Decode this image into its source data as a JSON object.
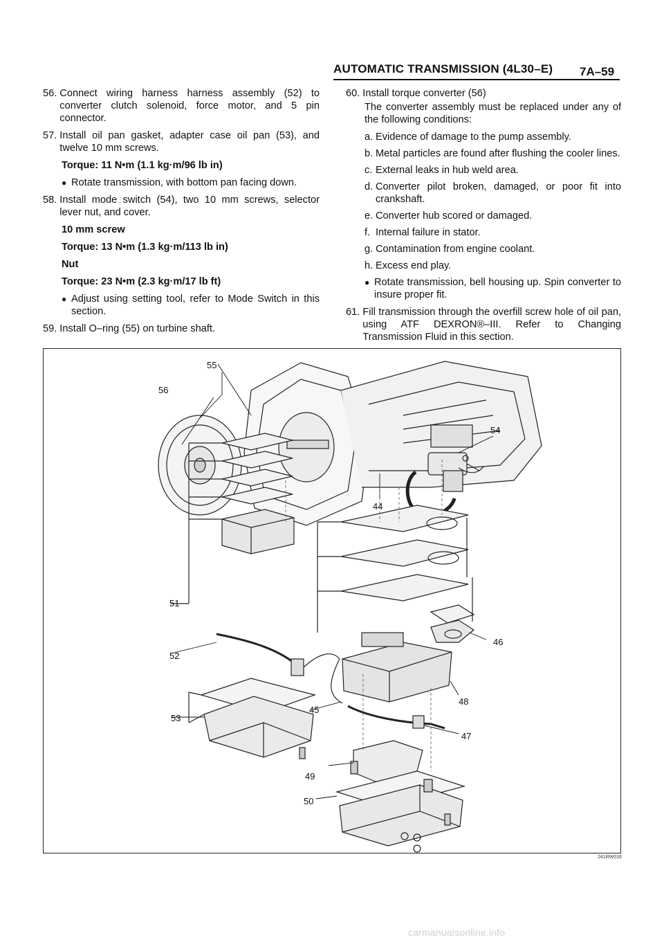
{
  "header": {
    "title": "AUTOMATIC TRANSMISSION (4L30–E)",
    "page": "7A–59"
  },
  "left_column": {
    "step56": {
      "num": "56.",
      "text": "Connect wiring harness harness assembly (52) to converter clutch solenoid, force motor, and 5 pin connector."
    },
    "step57": {
      "num": "57.",
      "text": "Install oil pan gasket, adapter case oil pan (53), and twelve 10 mm screws."
    },
    "torque57": "Torque: 11 N•m (1.1 kg·m/96 lb in)",
    "bullet57": "Rotate transmission, with bottom pan facing down.",
    "step58": {
      "num": "58.",
      "text": "Install mode switch (54), two 10 mm screws, selector lever nut, and cover."
    },
    "label_screw": "10 mm screw",
    "torque58a": "Torque: 13 N•m (1.3 kg·m/113 lb in)",
    "label_nut": "Nut",
    "torque58b": "Torque: 23 N•m (2.3 kg·m/17 lb ft)",
    "bullet58": "Adjust using setting tool, refer to Mode Switch in this section.",
    "step59": {
      "num": "59.",
      "text": "Install O–ring (55) on turbine shaft."
    }
  },
  "right_column": {
    "step60": {
      "num": "60.",
      "text": "Install torque converter (56)"
    },
    "intro60": "The converter assembly must be replaced under any of the following conditions:",
    "conditions": [
      {
        "letter": "a.",
        "text": "Evidence of damage to the pump assembly."
      },
      {
        "letter": "b.",
        "text": "Metal particles are found after flushing the cooler lines."
      },
      {
        "letter": "c.",
        "text": "External leaks in hub weld area."
      },
      {
        "letter": "d.",
        "text": "Converter pilot broken, damaged, or poor fit into crankshaft."
      },
      {
        "letter": "e.",
        "text": "Converter hub scored or damaged."
      },
      {
        "letter": "f.",
        "text": "Internal failure in stator."
      },
      {
        "letter": "g.",
        "text": "Contamination from engine coolant."
      },
      {
        "letter": "h.",
        "text": "Excess end play."
      }
    ],
    "bullet60": "Rotate transmission, bell housing up. Spin converter to insure proper fit.",
    "step61": {
      "num": "61.",
      "text": "Fill transmission through the overfill screw hole of oil pan, using ATF DEXRON®–III. Refer to Changing Transmission Fluid in this section."
    }
  },
  "figure": {
    "code": "241RW016",
    "callouts": {
      "c56": "56",
      "c55": "55",
      "c54": "54",
      "c44": "44",
      "c51": "51",
      "c46": "46",
      "c52": "52",
      "c48": "48",
      "c53": "53",
      "c45": "45",
      "c47": "47",
      "c49": "49",
      "c50": "50"
    }
  },
  "footer": {
    "watermark": "carmanualsonline.info"
  }
}
